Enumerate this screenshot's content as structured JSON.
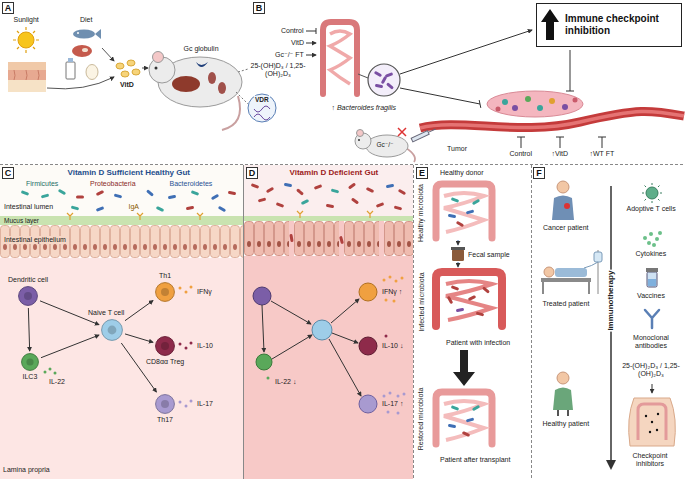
{
  "diagram": {
    "nodes": [
      {
        "text": [
          "A"
        ]
      },
      {
        "text": [
          "B"
        ]
      },
      {
        "text": [
          "Immune checkpoint inhibition"
        ]
      },
      {
        "text": [
          "C"
        ]
      },
      {
        "text": [
          "Dendritic cell"
        ]
      },
      {
        "text": [
          "ILC3"
        ]
      },
      {
        "text": [
          "Naive T cell"
        ]
      },
      {
        "text": [
          "Th1"
        ]
      },
      {
        "text": [
          "CD8αα Treg"
        ]
      },
      {
        "text": [
          "Th17"
        ]
      },
      {
        "text": [
          "D"
        ]
      },
      {
        "text": [
          "E"
        ]
      },
      {
        "text": [
          "F"
        ]
      }
    ],
    "edges": [
      {
        "from": 4,
        "to": 6,
        "arrow": "to"
      },
      {
        "from": 4,
        "to": 5,
        "arrow": "to"
      },
      {
        "from": 5,
        "to": 6,
        "arrow": "to"
      },
      {
        "from": 6,
        "to": 7,
        "arrow": "to"
      },
      {
        "from": 6,
        "to": 8,
        "arrow": "to"
      },
      {
        "from": 6,
        "to": 9,
        "arrow": "to"
      }
    ],
    "labels": [
      "Sunlight",
      "Diet",
      "VitD",
      "Gc globulin",
      "25-(OH)D₃ / 1,25-(OH)₂D₃",
      "VDR",
      "Control",
      "VitD",
      "Gc⁻/⁻ FT",
      "↑ Bacteroides fragilis",
      "Gc⁻/⁻",
      "Tumor",
      "Control",
      "↑VitD",
      "↑WT FT",
      "Vitamin D Sufficient Healthy Gut",
      "Firmicutes",
      "Proteobacteria",
      "Bacteroidetes",
      "IgA",
      "Intestinal lumen",
      "Mucus layer",
      "Intestinal epithelium",
      "IL-22",
      "IFNγ",
      "IL-10",
      "IL-17",
      "Lamina propria",
      "Vitamin D Deficient Gut",
      "IL-22 ↓",
      "IFNγ ↑",
      "IL-10 ↓",
      "IL-17 ↑",
      "Healthy donor",
      "Healthy microbiota",
      "Fecal sample",
      "Infected microbiota",
      "Patient with infection",
      "Restored microbiota",
      "Patient after transplant",
      "Cancer patient",
      "Immunotherapy",
      "Adoptive T cells",
      "Cytokines",
      "Vaccines",
      "Treated patient",
      "Monoclonal antibodies",
      "25-(OH)₂D₃ / 1,25-(OH)₂D₃",
      "Healthy patient",
      "Checkpoint inhibitors"
    ]
  }
}
